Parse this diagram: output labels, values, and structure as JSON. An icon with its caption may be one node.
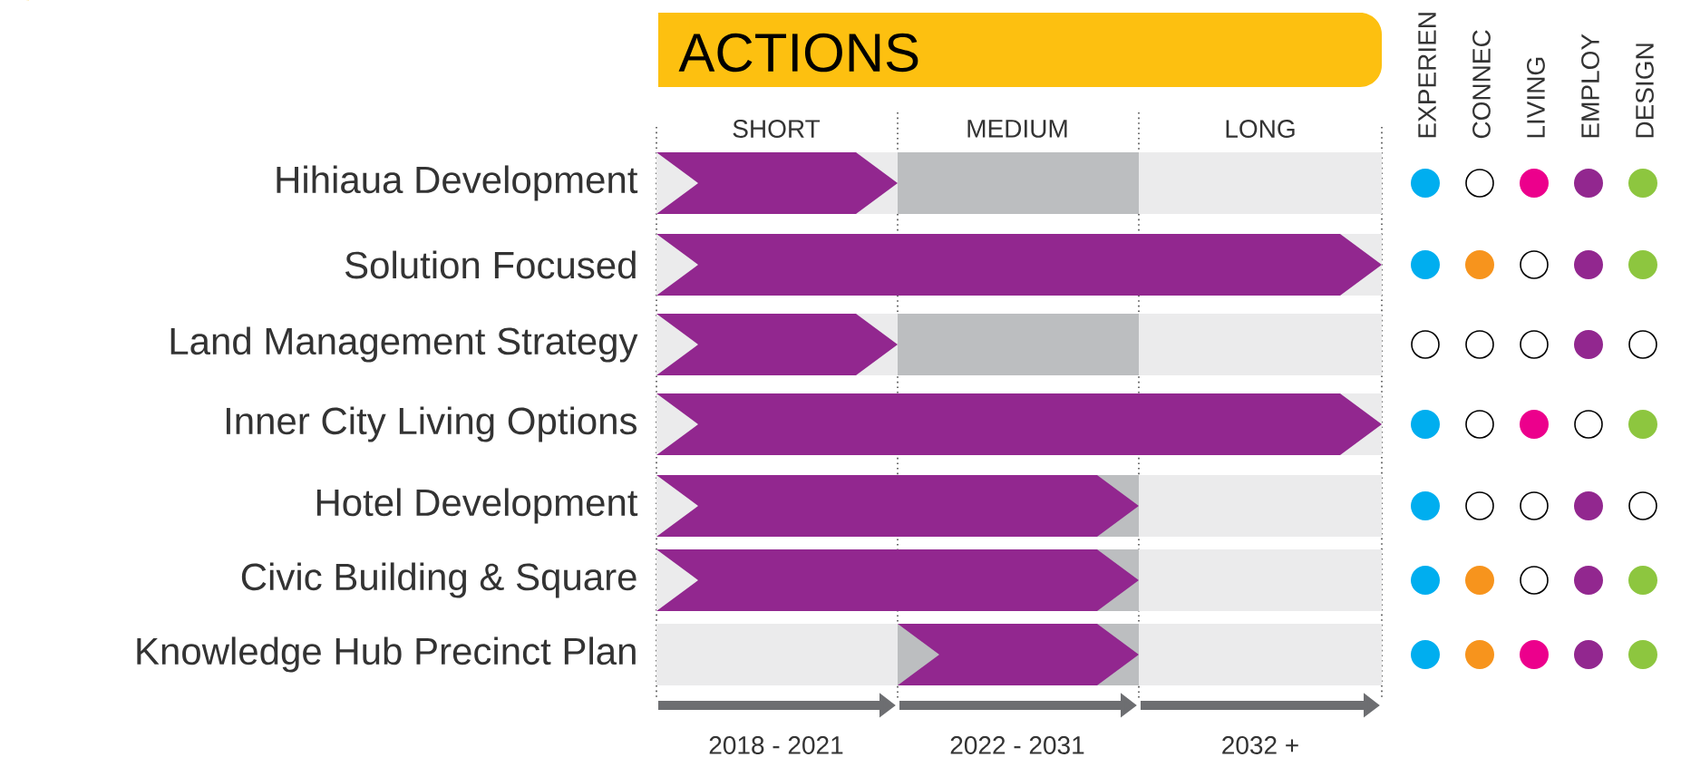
{
  "diagram": {
    "title": "ACTIONS",
    "labels": [
      "EXPERIEN",
      "CONNEC",
      "LIVING",
      "EMPLOY",
      "DESIGN",
      "SHORT",
      "MEDIUM",
      "LONG",
      "Hihiaua Development",
      "Solution Focused",
      "Land Management Strategy",
      "Inner City Living Options",
      "Hotel Development",
      "Civic Building & Square",
      "Knowledge Hub Precinct Plan",
      "2018 - 2021",
      "2022 - 2031",
      "2032 +"
    ]
  }
}
